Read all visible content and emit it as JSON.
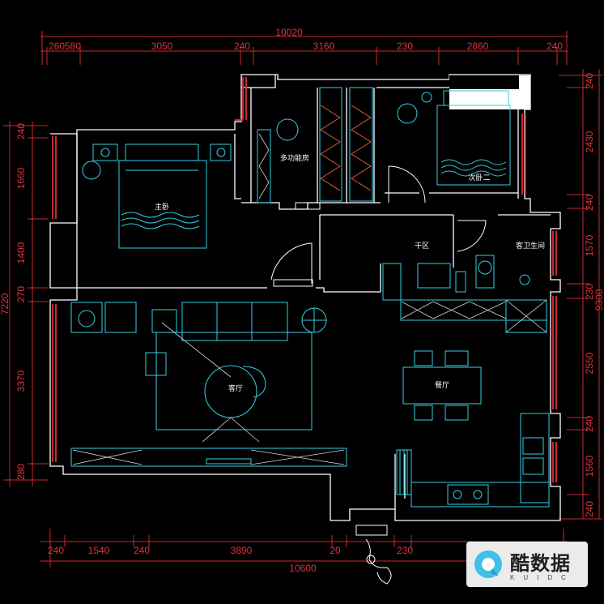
{
  "dimensions": {
    "top_total": "10020",
    "top_segments": [
      "260580",
      "3050",
      "240",
      "3160",
      "230",
      "2860",
      "240"
    ],
    "bottom_total": "10600",
    "bottom_segments": [
      "240",
      "1540",
      "240",
      "3890",
      "20",
      "230"
    ],
    "left_total": "7220",
    "left_segments": [
      "240",
      "1660",
      "1400",
      "270",
      "3370",
      "280"
    ],
    "right_total": "9300",
    "right_segments": [
      "240",
      "2430",
      "240",
      "1570",
      "230",
      "2550",
      "240",
      "1560",
      "240"
    ]
  },
  "rooms": {
    "master_bedroom": "主卧",
    "multi_function_room": "多功能房",
    "second_bedroom": "次卧二",
    "dry_area": "干区",
    "guest_bathroom": "客卫生间",
    "living_room": "客厅",
    "dining_room": "餐厅"
  },
  "watermark": {
    "title": "酷数据",
    "subtitle": "KUIDC"
  }
}
